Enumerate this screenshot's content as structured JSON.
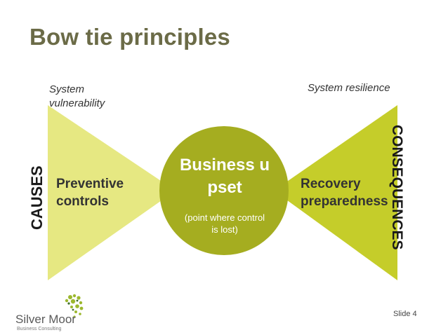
{
  "title": "Bow tie principles",
  "labels": {
    "system_vulnerability": "System vulnerability",
    "system_resilience": "System resilience",
    "causes": "CAUSES",
    "consequences": "CONSEQUENCES",
    "preventive": "Preventive controls",
    "recovery": "Recovery preparedness",
    "center_title": "Business upset",
    "center_sub": "(point where control is lost)"
  },
  "logo": {
    "name": "Silver Moor",
    "subtitle": "Business Consulting"
  },
  "slide_number": "Slide 4",
  "colors": {
    "title": "#6b6b47",
    "left_triangle": "#e6e882",
    "right_triangle": "#c5cd2a",
    "circle": "#a5ad20",
    "logo_green": "#9cb82e"
  }
}
